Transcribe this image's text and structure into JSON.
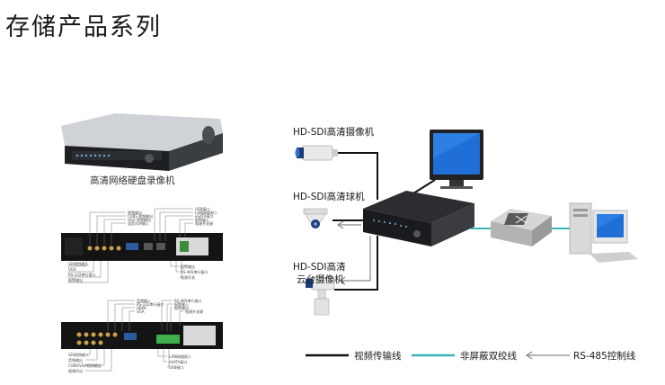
{
  "page": {
    "title": "存储产品系列"
  },
  "products": {
    "nvr_caption": "高清网络硬盘录像机"
  },
  "topology": {
    "cameras": [
      {
        "label": "HD-SDI高清摄像机",
        "icon": "box-camera-icon"
      },
      {
        "label": "HD-SDI高清球机",
        "icon": "dome-camera-icon"
      },
      {
        "label_line1": "HD-SDI高清",
        "label_line2": "云台摄像机",
        "icon": "ptz-camera-icon"
      }
    ],
    "devices": [
      "monitor-icon",
      "dvr-icon",
      "network-switch-icon",
      "pc-workstation-icon"
    ]
  },
  "legend": {
    "items": [
      {
        "label": "视频传输线",
        "color": "#111111"
      },
      {
        "label": "非屏蔽双绞线",
        "color": "#39b3b3"
      },
      {
        "label": "RS-485控制线",
        "color": "#888888"
      }
    ]
  },
  "colors": {
    "video_line": "#111111",
    "twisted_pair": "#39b3b3",
    "rs485": "#888888",
    "screen_blue": "#1f6fd6"
  }
}
